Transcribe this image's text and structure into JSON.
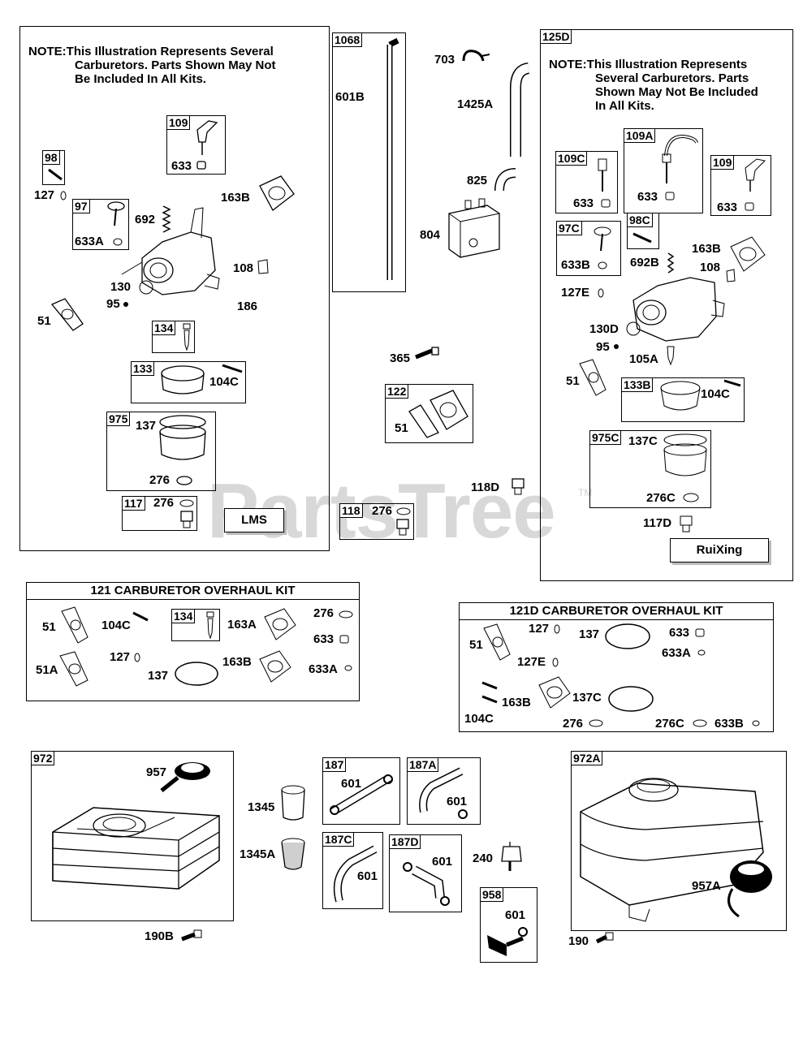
{
  "watermark": "PartsTree",
  "watermark_tm": "TM",
  "lms_group": {
    "note_line1": "NOTE:This Illustration Represents Several",
    "note_line2": "Carburetors. Parts Shown May Not",
    "note_line3": "Be Included In All Kits.",
    "brand": "LMS",
    "labels": {
      "tag_109": "109",
      "l_633a": "633",
      "tag_98": "98",
      "l_127": "127",
      "tag_97": "97",
      "l_633A": "633A",
      "l_692": "692",
      "l_163b": "163B",
      "l_108": "108",
      "l_130": "130",
      "l_95": "95",
      "l_186": "186",
      "l_51": "51",
      "tag_134": "134",
      "tag_133": "133",
      "l_104c": "104C",
      "tag_975": "975",
      "l_137": "137",
      "l_276": "276",
      "tag_117": "117",
      "l_276b": "276"
    }
  },
  "center": {
    "tag_1068": "1068",
    "l_601b": "601B",
    "l_703": "703",
    "l_1425a": "1425A",
    "l_825": "825",
    "l_804": "804",
    "l_365": "365",
    "tag_122": "122",
    "l_51": "51",
    "l_118d": "118D",
    "tag_118": "118",
    "l_276": "276"
  },
  "ruixing_group": {
    "tag": "125D",
    "note_line1": "NOTE:This Illustration Represents",
    "note_line2": "Several Carburetors. Parts",
    "note_line3": "Shown May Not Be Included",
    "note_line4": "In All Kits.",
    "brand": "RuiXing",
    "labels": {
      "tag_109c": "109C",
      "l_633a": "633",
      "tag_109a": "109A",
      "l_633b": "633",
      "tag_109": "109",
      "l_633c": "633",
      "tag_97c": "97C",
      "l_633B": "633B",
      "tag_98c": "98C",
      "l_692b": "692B",
      "l_163b": "163B",
      "l_108": "108",
      "l_127e": "127E",
      "l_130d": "130D",
      "l_95": "95",
      "l_105a": "105A",
      "l_51": "51",
      "tag_133b": "133B",
      "l_104c": "104C",
      "tag_975c": "975C",
      "l_137c": "137C",
      "l_276c": "276C",
      "l_117d": "117D"
    }
  },
  "kit121": {
    "title": "121 CARBURETOR OVERHAUL KIT",
    "labels": {
      "l_51": "51",
      "l_104c": "104C",
      "tag_134": "134",
      "l_163a": "163A",
      "l_276": "276",
      "l_633": "633",
      "l_51a": "51A",
      "l_127": "127",
      "l_137": "137",
      "l_163b": "163B",
      "l_633a": "633A"
    }
  },
  "kit121d": {
    "title": "121D CARBURETOR OVERHAUL KIT",
    "labels": {
      "l_51": "51",
      "l_127": "127",
      "l_137": "137",
      "l_633": "633",
      "l_127e": "127E",
      "l_633a": "633A",
      "l_163b": "163B",
      "l_137c": "137C",
      "l_104c": "104C",
      "l_276": "276",
      "l_276c": "276C",
      "l_633b": "633B"
    }
  },
  "bottom": {
    "tag_972": "972",
    "l_957": "957",
    "l_190b": "190B",
    "l_1345": "1345",
    "l_1345a": "1345A",
    "tag_187": "187",
    "l_601a": "601",
    "tag_187a": "187A",
    "l_601b": "601",
    "tag_187c": "187C",
    "l_601c": "601",
    "tag_187d": "187D",
    "l_601d": "601",
    "l_240": "240",
    "tag_958": "958",
    "l_601e": "601",
    "tag_972a": "972A",
    "l_957a": "957A",
    "l_190": "190"
  }
}
